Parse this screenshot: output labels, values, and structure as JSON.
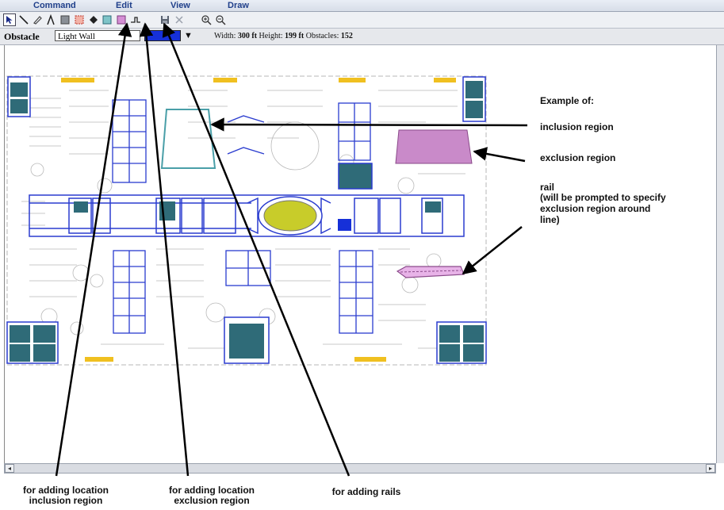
{
  "menu": {
    "items": [
      {
        "label": "Command"
      },
      {
        "label": "Edit"
      },
      {
        "label": "View"
      },
      {
        "label": "Draw"
      }
    ]
  },
  "toolbar": {
    "tools": [
      {
        "icon": "select-arrow-icon"
      },
      {
        "icon": "line-icon"
      },
      {
        "icon": "pencil-icon"
      },
      {
        "icon": "compass-icon"
      },
      {
        "icon": "filled-rect-icon"
      },
      {
        "icon": "dotted-rect-icon"
      },
      {
        "icon": "diamond-icon"
      },
      {
        "icon": "inclusion-region-icon"
      },
      {
        "icon": "exclusion-region-icon"
      },
      {
        "icon": "rail-icon"
      },
      {
        "icon": "save-icon"
      },
      {
        "icon": "delete-icon"
      },
      {
        "icon": "zoom-in-icon"
      },
      {
        "icon": "zoom-out-icon"
      }
    ]
  },
  "properties": {
    "obstacle_label": "Obstacle",
    "obstacle_value": "Light Wall",
    "swatch_color": "#1630d8",
    "width_label": "Width:",
    "width_value": "300 ft",
    "height_label": "Height:",
    "height_value": "199 ft",
    "obstacles_label": "Obstacles:",
    "obstacles_value": "152"
  },
  "annotations": {
    "example_of": "Example of:",
    "inclusion": "inclusion region",
    "exclusion": "exclusion region",
    "rail_line1": "rail",
    "rail_line2": "(will be prompted to specify",
    "rail_line3": "exclusion region around",
    "rail_line4": "line)"
  },
  "captions": {
    "inclusion_line1": "for adding location",
    "inclusion_line2": "inclusion region",
    "exclusion_line1": "for adding location",
    "exclusion_line2": "exclusion region",
    "rails": "for adding rails"
  },
  "colors": {
    "wall_blue": "#2a3ccf",
    "teal_fill": "#2f6b78",
    "inclusion_teal": "#4a9fa8",
    "exclusion_fill": "#c98ac9",
    "table_yellow": "#c8cc2a",
    "label_yellow": "#f0c020"
  }
}
